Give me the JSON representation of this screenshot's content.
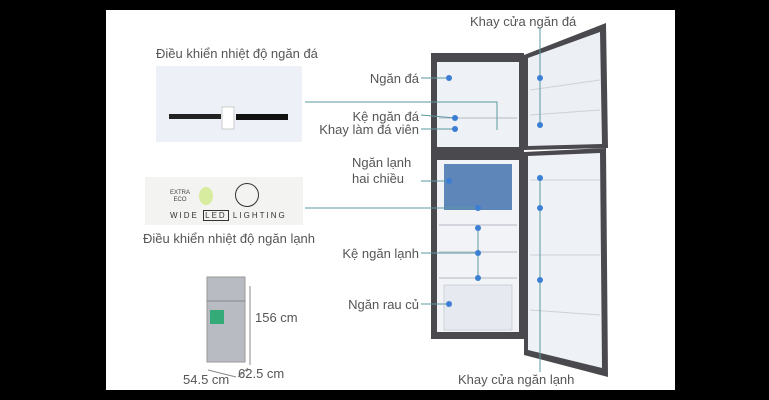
{
  "labels": {
    "freezer_door_tray": "Khay cửa ngăn đá",
    "freezer_control": "Điều khiển nhiệt độ ngăn đá",
    "freezer": "Ngăn đá",
    "freezer_shelf": "Kệ ngăn đá",
    "ice_tray": "Khay làm đá viên",
    "two_way_cool_line1": "Ngăn lạnh",
    "two_way_cool_line2": "hai chiều",
    "fridge_control": "Điều khiển nhiệt độ ngăn lạnh",
    "fridge_shelf": "Kệ ngăn lạnh",
    "vegetable_drawer": "Ngăn rau củ",
    "fridge_door_tray": "Khay cửa ngăn lạnh"
  },
  "control_panel": {
    "eco_line1": "EXTRA",
    "eco_line2": "ECO",
    "lighting_wide": "WIDE",
    "lighting_led": "LED",
    "lighting_text": "LIGHTING"
  },
  "dimensions": {
    "height": "156 cm",
    "width": "54.5 cm",
    "depth": "62.5 cm"
  },
  "colors": {
    "marker": "#3b7fd4",
    "leader": "#5a9aa0",
    "body": "#4a4a4e"
  }
}
